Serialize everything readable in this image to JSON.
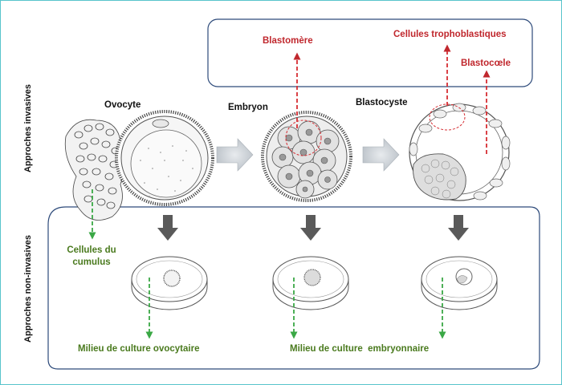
{
  "side_labels": {
    "invasive": "Approches invasives",
    "non_invasive": "Approches non-invasives"
  },
  "stages": {
    "oocyte": "Ovocyte",
    "embryo": "Embryon",
    "blastocyst": "Blastocyste"
  },
  "invasive_targets": {
    "blastomere": "Blastomère",
    "trophoblast": "Cellules trophoblastiques",
    "blastocoel": "Blastocœle"
  },
  "non_invasive_targets": {
    "cumulus_line1": "Cellules du",
    "cumulus_line2": "cumulus",
    "oocyte_medium": "Milieu de culture ovocytaire",
    "embryo_medium": "Milieu de culture  embryonnaire"
  },
  "colors": {
    "invasive": "#c0272d",
    "non_invasive": "#3aa845",
    "frame": "#2d4a7a",
    "arrow_gray": "#5a5a5a",
    "arrow_light": "#c8cdd2"
  }
}
